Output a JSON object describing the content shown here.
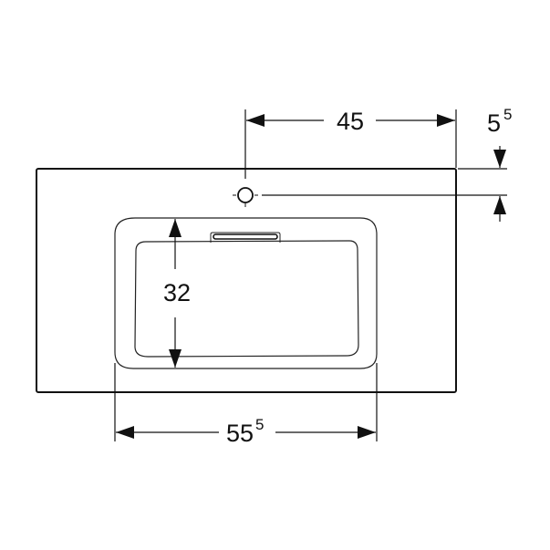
{
  "drawing": {
    "width_between_hole_and_edge": {
      "value": "45"
    },
    "hole_offset_from_back": {
      "value": "5",
      "fraction": "5"
    },
    "basin_depth": {
      "value": "32"
    },
    "basin_width": {
      "value": "55",
      "fraction": "5"
    }
  }
}
